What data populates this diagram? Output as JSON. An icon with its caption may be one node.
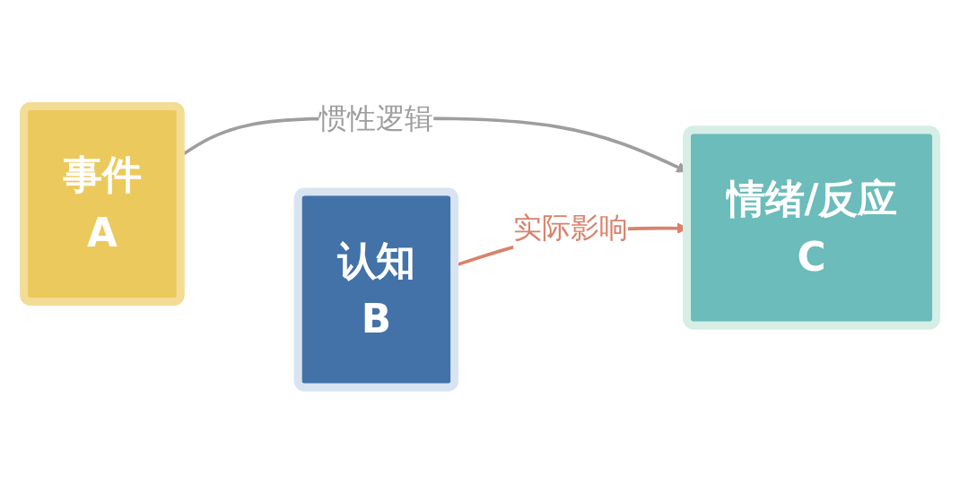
{
  "diagram": {
    "nodes": [
      {
        "text": [
          "事件",
          "A"
        ]
      },
      {
        "text": [
          "认知",
          "B"
        ]
      },
      {
        "text": [
          "情绪/反应",
          "C"
        ]
      }
    ],
    "edges": [
      {
        "from": 0,
        "to": 2,
        "arrow": "to",
        "label": "惯性逻辑",
        "color": "#9e9e9e"
      },
      {
        "from": 1,
        "to": 2,
        "arrow": "to",
        "label": "实际影响",
        "color": "#d9826b"
      }
    ]
  }
}
